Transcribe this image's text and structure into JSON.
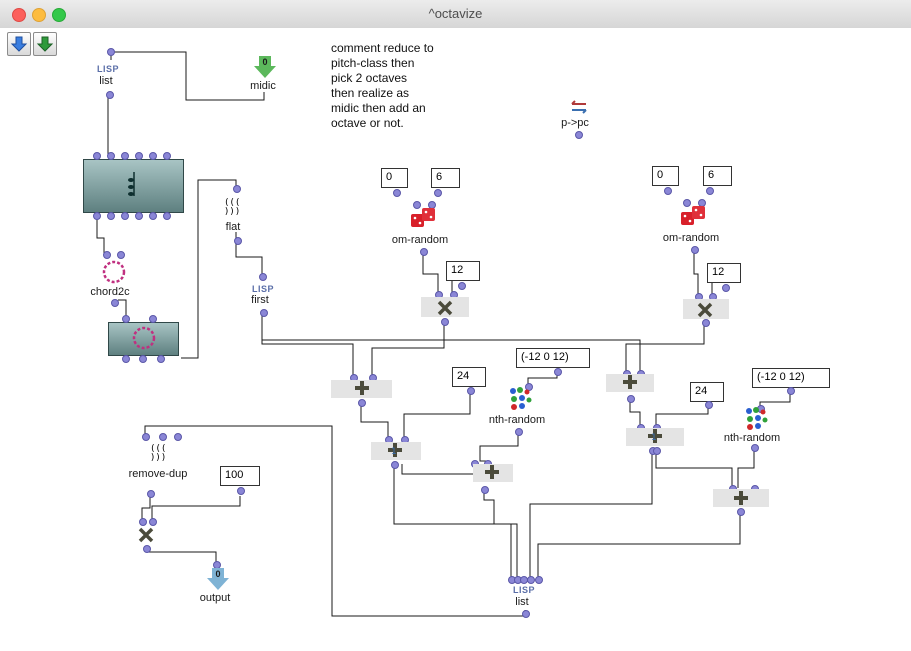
{
  "window": {
    "title": "^octavize"
  },
  "toolbar": {
    "up_arrow": "blue-down-arrow-icon",
    "down_arrow": "green-down-arrow-icon"
  },
  "comment": "comment reduce to\npitch-class then\npick 2 octaves\nthen realize as\nmidic then add an\noctave or not.",
  "boxes": {
    "list_top": {
      "tag": "LISP",
      "label": "list"
    },
    "midic": {
      "value": "0",
      "label": "midic"
    },
    "p_pc": {
      "label": "p->pc"
    },
    "chord2c": {
      "label": "chord2c"
    },
    "flat": {
      "label": "flat"
    },
    "first": {
      "tag": "LISP",
      "label": "first"
    },
    "om_random_1": {
      "label": "om-random",
      "min": "0",
      "max": "6"
    },
    "om_random_2": {
      "label": "om-random",
      "min": "0",
      "max": "6"
    },
    "mult_1": {
      "value": "12"
    },
    "mult_2": {
      "value": "12"
    },
    "nth_random_1": {
      "label": "nth-random",
      "list": "(-12 0 12)"
    },
    "nth_random_2": {
      "label": "nth-random",
      "list": "(-12 0 12)"
    },
    "add_1": {
      "value": "24"
    },
    "add_2": {
      "value": "24"
    },
    "remove_dup": {
      "label": "remove-dup"
    },
    "mult_3": {
      "value": "100"
    },
    "output": {
      "value": "0",
      "label": "output"
    },
    "list_bottom": {
      "tag": "LISP",
      "label": "list"
    }
  },
  "colors": {
    "inlet": "#8a86d6",
    "wire": "#1a1a1a",
    "accent_green": "#5cb85c",
    "accent_blue": "#7fb3d5"
  }
}
